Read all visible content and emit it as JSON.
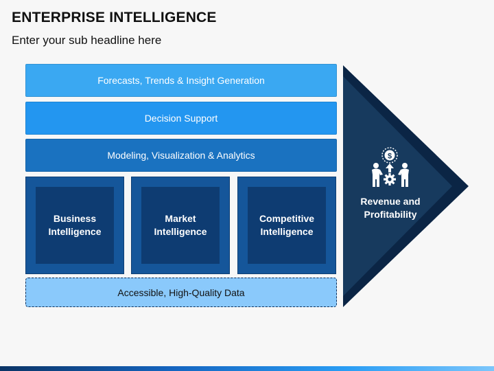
{
  "header": {
    "title": "ENTERPRISE INTELLIGENCE",
    "subtitle": "Enter your sub headline here"
  },
  "layers": [
    {
      "label": "Forecasts, Trends & Insight Generation",
      "color": "#3aa8f2"
    },
    {
      "label": "Decision Support",
      "color": "#2396f0"
    },
    {
      "label": "Modeling, Visualization & Analytics",
      "color": "#1a72c0"
    }
  ],
  "tiles": [
    {
      "line1": "Business",
      "line2": "Intelligence"
    },
    {
      "line1": "Market",
      "line2": "Intelligence"
    },
    {
      "line1": "Competitive",
      "line2": "Intelligence"
    }
  ],
  "foundation": {
    "label": "Accessible, High-Quality Data"
  },
  "outcome": {
    "line1": "Revenue and",
    "line2": "Profitability",
    "icon": "business-growth-icon"
  },
  "colors": {
    "arrow": "#173a5e",
    "arrow_border": "#0b2545",
    "tile": "#15569a",
    "tile_inner": "#0e3c72",
    "foundation": "#8ac9fb"
  }
}
